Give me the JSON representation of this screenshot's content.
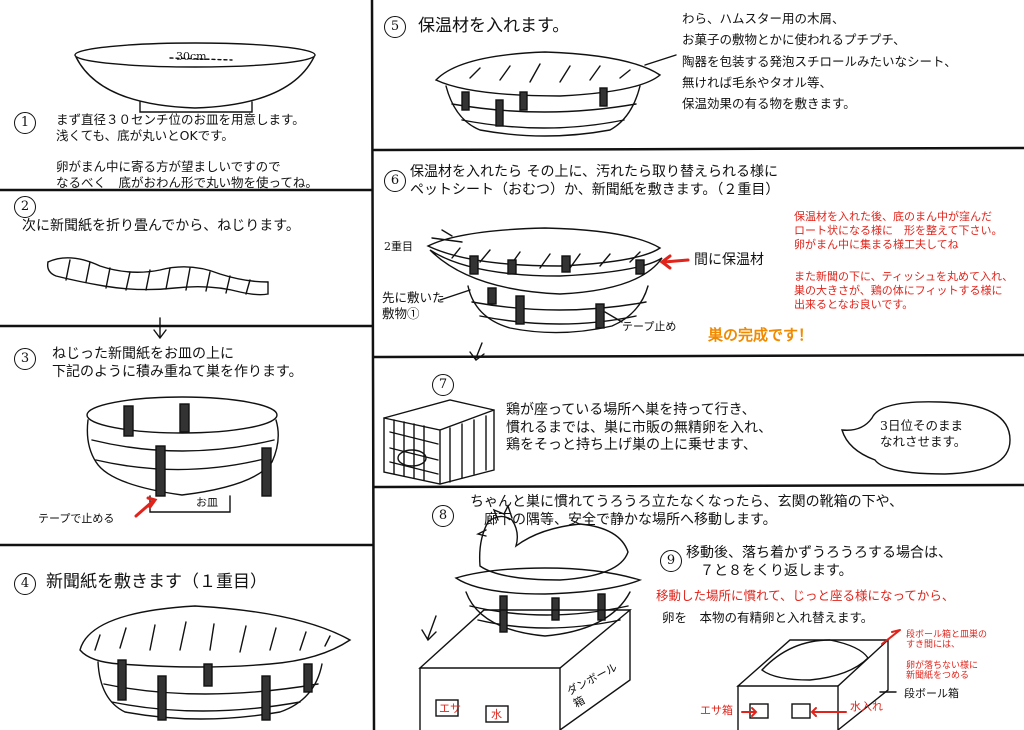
{
  "steps": {
    "s1": {
      "num": "1",
      "text": "まず直径３０センチ位のお皿を用意します。\n浅くても、底が丸いとOKです。\n\n卵がまん中に寄る方が望ましいですので\nなるべく　底がおわん形で丸い物を使ってね。",
      "plate_label": "30cm"
    },
    "s2": {
      "num": "2",
      "text": "次に新聞紙を折り畳んでから、ねじります。"
    },
    "s3": {
      "num": "3",
      "text": "ねじった新聞紙をお皿の上に\n下記のように積み重ねて巣を作ります。",
      "tape_note": "テープで止める",
      "plate_label": "お皿"
    },
    "s4": {
      "num": "4",
      "text": "新聞紙を敷きます（１重目）"
    },
    "s5": {
      "num": "5",
      "title": "保温材を入れます。",
      "notes": "わら、ハムスター用の木屑、\nお菓子の敷物とかに使われるプチプチ、\n陶器を包装する発泡スチロールみたいなシート、\n無ければ毛糸やタオル等、\n保温効果の有る物を敷きます。"
    },
    "s6": {
      "num": "6",
      "text": "保温材を入れたら その上に、汚れたら取り替えられる様に\nペットシート（おむつ）か、新聞紙を敷きます。（２重目）",
      "red_note1": "保温材を入れた後、底のまん中が窪んだ\nロート状になる様に　形を整えて下さい。\n卵がまん中に集まる様工夫してね",
      "red_note2": "また新聞の下に、ティッシュを丸めて入れ、\n巣の大きさが、鶏の体にフィットする様に\n出来るとなお良いです。",
      "arrow_label": "間に保温材",
      "layer2": "2重目",
      "first_layer": "先に敷いた\n敷物①",
      "tape": "テープ止め",
      "complete": "巣の完成です！"
    },
    "s7": {
      "num": "7",
      "text": "鶏が座っている場所へ巣を持って行き、\n慣れるまでは、巣に市販の無精卵を入れ、\n鶏をそっと持ち上げ巣の上に乗せます、",
      "bubble": "3日位そのまま\nなれさせます。"
    },
    "s8": {
      "num": "8",
      "text": "ちゃんと巣に慣れてうろうろ立たなくなったら、玄関の靴箱の下や、\n　廊下の隅等、安全で静かな場所へ移動します。",
      "box_label": "ダンボール\n箱",
      "feed": "エサ",
      "water": "水"
    },
    "s9": {
      "num": "9",
      "text": "移動後、落ち着かずうろうろする場合は、\n　７と８をくり返します。",
      "red_text": "移動した場所に慣れて、じっと座る様になってから、",
      "text2": "卵を　本物の有精卵と入れ替えます。",
      "gap_note": "段ボール箱と皿巣の\nすき間には、\n\n卵が落ちない様に\n新聞紙をつめる",
      "box": "段ボール箱",
      "feed_box": "エサ箱",
      "water_in": "水入れ"
    }
  }
}
